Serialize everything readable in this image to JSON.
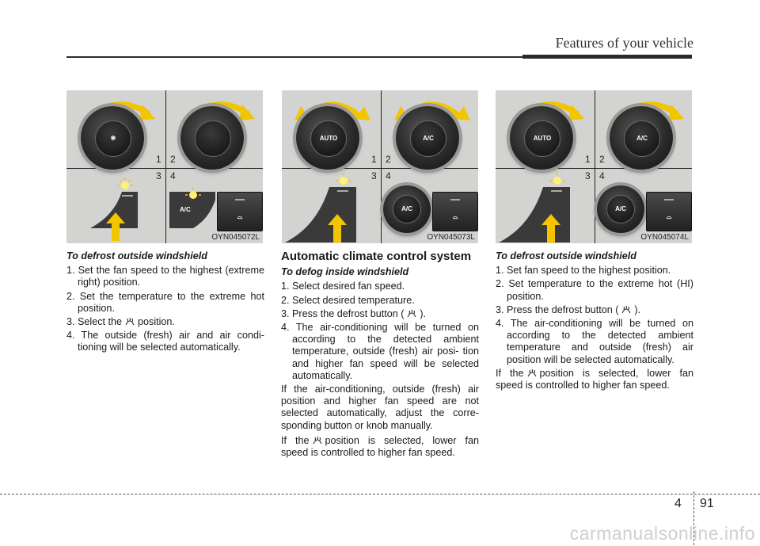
{
  "header": {
    "title": "Features of your vehicle"
  },
  "figures": [
    {
      "code": "OYN045072L",
      "labels": [
        "1",
        "2",
        "3",
        "4"
      ],
      "left_button_text": "",
      "ac_text": "A/C"
    },
    {
      "code": "OYN045073L",
      "labels": [
        "1",
        "2",
        "3",
        "4"
      ],
      "knob1_text": "AUTO",
      "knob2_text": "A/C",
      "ac_text": "A/C"
    },
    {
      "code": "OYN045074L",
      "labels": [
        "1",
        "2",
        "3",
        "4"
      ],
      "knob1_text": "AUTO",
      "knob2_text": "A/C",
      "ac_text": "A/C"
    }
  ],
  "col1": {
    "heading": "To defrost outside windshield",
    "items": [
      "1. Set the fan speed to the highest (extreme right) position.",
      "2. Set the temperature to the extreme hot position."
    ],
    "item3_before": "3. Select the",
    "item3_after": "position.",
    "item4": "4. The outside (fresh) air and air condi- tioning will be selected automatically."
  },
  "col2": {
    "section_title": "Automatic climate control system",
    "heading": "To defog inside windshield",
    "items": [
      "1. Select desired fan speed.",
      "2. Select desired temperature."
    ],
    "item3_before": "3. Press the defrost button (",
    "item3_after": ").",
    "item4": "4. The air-conditioning will be turned on according to the detected ambient temperature, outside (fresh) air posi- tion and higher fan speed will be selected automatically.",
    "para1": "If the air-conditioning, outside (fresh) air position and higher fan speed are not selected automatically, adjust the corre- sponding button or knob manually.",
    "para2_before": "If the",
    "para2_after": "position is selected, lower fan speed is controlled to higher fan speed."
  },
  "col3": {
    "heading": "To defrost outside windshield",
    "items": [
      "1. Set fan speed to the highest position.",
      "2. Set temperature to the extreme hot (HI) position."
    ],
    "item3_before": "3. Press the defrost button (",
    "item3_after": ").",
    "item4": "4. The air-conditioning will be turned on according to the detected ambient temperature and outside (fresh) air position will be selected automatically.",
    "para_before": "If the",
    "para_after": "position is selected, lower fan speed is controlled to higher fan speed."
  },
  "footer": {
    "section": "4",
    "page": "91",
    "watermark": "carmanualsonline.info"
  },
  "colors": {
    "panel_bg": "#d3d3d1",
    "arrow_yellow": "#f2c500",
    "knob_dark": "#1b1b1b"
  }
}
